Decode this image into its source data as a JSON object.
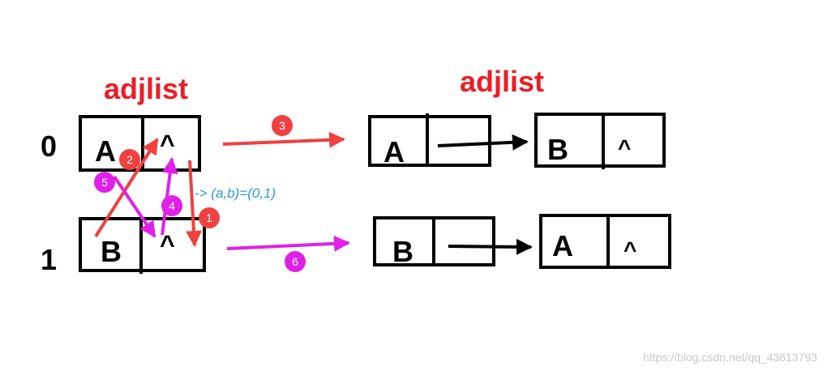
{
  "titles": {
    "left": "adjlist",
    "right": "adjlist"
  },
  "indices": [
    "0",
    "1"
  ],
  "source_list": {
    "rows": [
      {
        "vertex": "A",
        "next": "^"
      },
      {
        "vertex": "B",
        "next": "^"
      }
    ]
  },
  "result_list": {
    "rows": [
      {
        "head": "A",
        "node": {
          "vertex": "B",
          "next": "^"
        }
      },
      {
        "head": "B",
        "node": {
          "vertex": "A",
          "next": "^"
        }
      }
    ]
  },
  "steps": [
    "1",
    "2",
    "3",
    "4",
    "5",
    "6"
  ],
  "annotation": "-> (a,b)=(0,1)",
  "watermark": "https://blog.csdn.net/qq_43613793",
  "colors": {
    "title": "#ee1c25",
    "red_step": "#f04040",
    "magenta_step": "#e020e8",
    "annotation": "#2c9bd6",
    "box": "#000000",
    "watermark": "#c8c8c8"
  }
}
